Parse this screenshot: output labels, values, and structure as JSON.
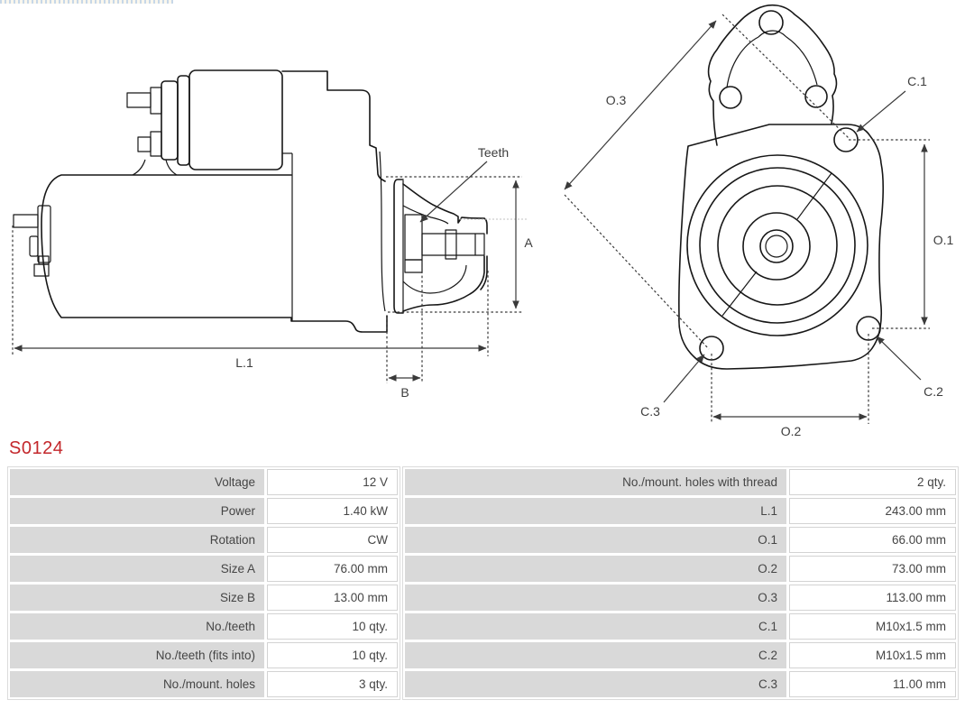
{
  "product": {
    "code": "S0124"
  },
  "colors": {
    "accent_red": "#c3272b",
    "cell_gray": "#d9d9d9",
    "line_black": "#171717",
    "annotation_gray": "#3d3d3d"
  },
  "drawing": {
    "side_view": {
      "labels": {
        "teeth": "Teeth",
        "a": "A",
        "l1": "L.1",
        "b": "B"
      }
    },
    "front_view": {
      "labels": {
        "o3": "O.3",
        "c1": "C.1",
        "o1": "O.1",
        "c2": "C.2",
        "c3": "C.3",
        "o2": "O.2"
      }
    }
  },
  "spec_left": {
    "rows": [
      {
        "label": "Voltage",
        "value": "12 V"
      },
      {
        "label": "Power",
        "value": "1.40 kW"
      },
      {
        "label": "Rotation",
        "value": "CW"
      },
      {
        "label": "Size A",
        "value": "76.00 mm"
      },
      {
        "label": "Size B",
        "value": "13.00 mm"
      },
      {
        "label": "No./teeth",
        "value": "10 qty."
      },
      {
        "label": "No./teeth (fits into)",
        "value": "10 qty."
      },
      {
        "label": "No./mount. holes",
        "value": "3 qty."
      }
    ]
  },
  "spec_right": {
    "rows": [
      {
        "label": "No./mount. holes with thread",
        "value": "2 qty."
      },
      {
        "label": "L.1",
        "value": "243.00 mm"
      },
      {
        "label": "O.1",
        "value": "66.00 mm"
      },
      {
        "label": "O.2",
        "value": "73.00 mm"
      },
      {
        "label": "O.3",
        "value": "113.00 mm"
      },
      {
        "label": "C.1",
        "value": "M10x1.5 mm"
      },
      {
        "label": "C.2",
        "value": "M10x1.5 mm"
      },
      {
        "label": "C.3",
        "value": "11.00 mm"
      }
    ]
  }
}
